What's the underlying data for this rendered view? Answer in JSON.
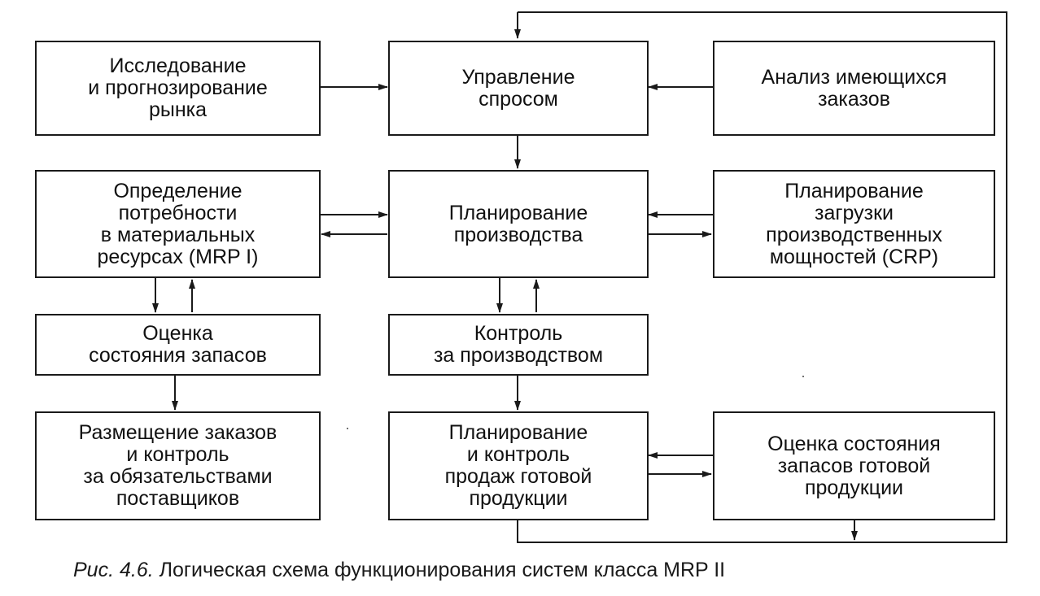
{
  "diagram": {
    "boxes": {
      "market_research": "Исследование\nи прогнозирование\nрынка",
      "demand_management": "Управление\nспросом",
      "order_analysis": "Анализ имеющихся\nзаказов",
      "mrp": "Определение\nпотребности\nв материальных\nресурсах (MRP I)",
      "production_planning": "Планирование\nпроизводства",
      "crp": "Планирование\nзагрузки\nпроизводственных\nмощностей (CRP)",
      "inventory_assessment": "Оценка\nсостояния запасов",
      "production_control": "Контроль\nза производством",
      "order_placement": "Размещение заказов\nи контроль\nза обязательствами\nпоставщиков",
      "sales_planning": "Планирование\nи контроль\nпродаж готовой\nпродукции",
      "finished_goods_assessment": "Оценка состояния\nзапасов готовой\nпродукции"
    },
    "caption": {
      "figure_label": "Рис. 4.6.",
      "text": "Логическая схема функционирования систем класса MRP II"
    }
  },
  "colors": {
    "line": "#1a1a1a",
    "background": "#ffffff"
  }
}
